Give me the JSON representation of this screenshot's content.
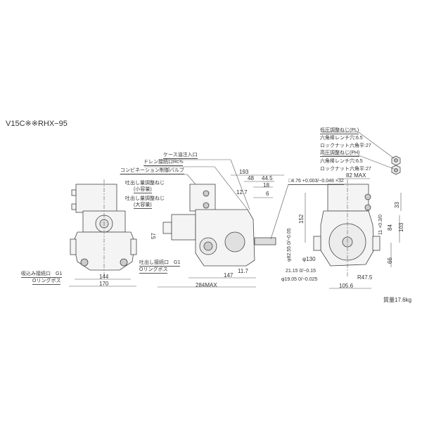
{
  "title": "V15C※※RHX−95",
  "weight": "質量17.6kg",
  "callouts": {
    "case_oil_inlet": "ケース油注入口",
    "drain_port": "ドレン接続口Rc⅜",
    "combination_valve": "コンビネーション制御バルブ",
    "disp_adj_small_1": "吐出し量調整ねじ",
    "disp_adj_small_2": "(小容量)",
    "disp_adj_large_1": "吐出し量調整ねじ",
    "disp_adj_large_2": "(大容量)",
    "suction_port_1": "吸込み接続口　G1",
    "suction_port_2": "Oリングボス",
    "discharge_port_1": "吐出し接続口　G1",
    "discharge_port_2": "Oリングボス",
    "low_pressure_adj": "低圧調整ねじ(PL)",
    "low_hex_socket": "六角棒レンチ穴:6.5",
    "low_locknut": "ロックナット六角平:27",
    "high_pressure_adj": "高圧調整ねじ(PH)",
    "high_hex_socket": "六角棒レンチ穴:6.5",
    "high_locknut": "ロックナット六角平:27",
    "spline": "□4.76 +0.003/−0.048 ×32"
  },
  "dimensions": {
    "d193": "193",
    "d48": "48",
    "d44_5": "44.5",
    "d18": "18",
    "d12_7": "12.7",
    "d6": "6",
    "d57": "57",
    "d144": "144",
    "d170": "170",
    "d147": "147",
    "d11_7": "11.7",
    "d284": "284MAX",
    "d82": "82 MAX",
    "d33": "33",
    "d152": "152",
    "d103": "103",
    "d84": "84",
    "d11": "11 +0.3/0",
    "d66": "66",
    "d130": "φ130",
    "d82_55": "φ82.55 0/−0.05",
    "d21_15": "21.15 0/−0.15",
    "d19_05": "φ19.05 0/−0.025",
    "r47_5": "R47.5",
    "d105_6": "105.6"
  }
}
